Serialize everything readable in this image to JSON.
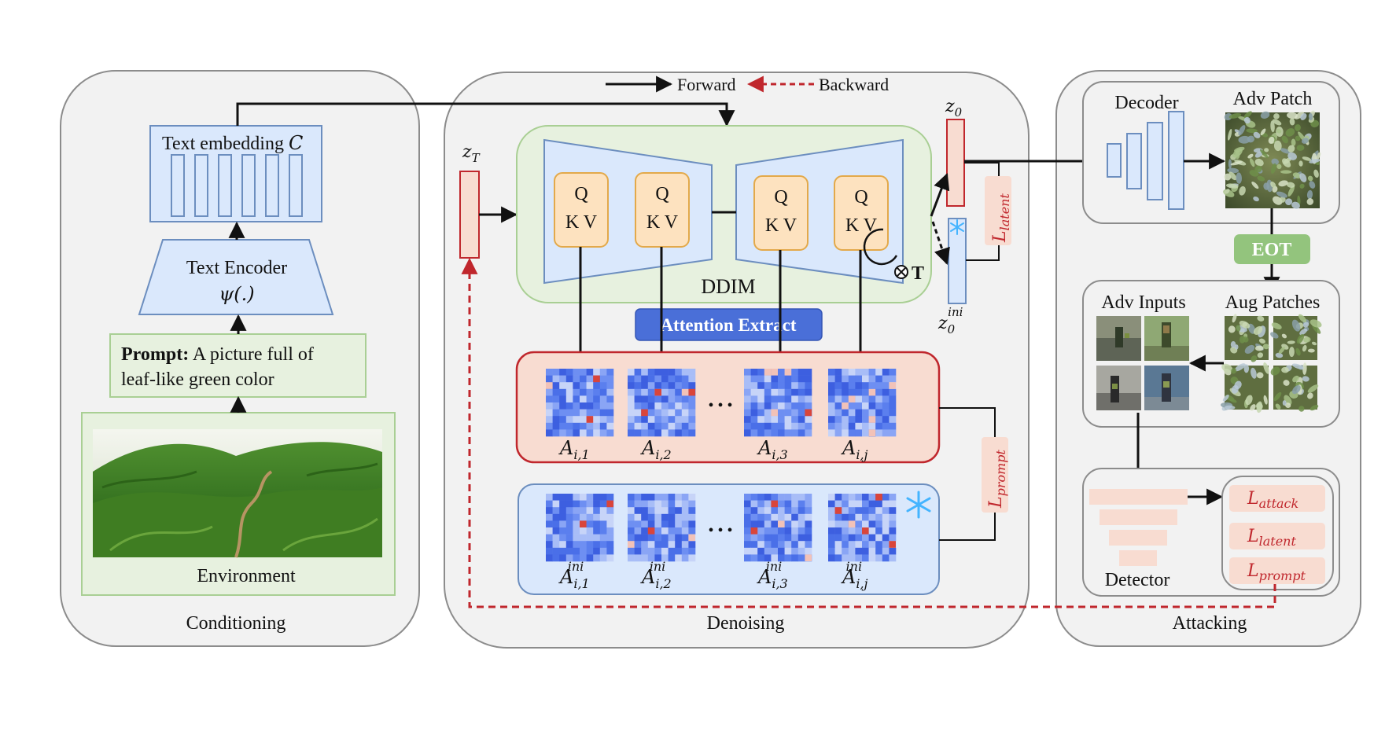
{
  "legend": {
    "forward": "Forward",
    "backward": "Backward"
  },
  "conditioning": {
    "section_label": "Conditioning",
    "text_embedding_label": "Text embedding",
    "text_embedding_symbol": "C",
    "text_encoder_label": "Text Encoder",
    "text_encoder_symbol": "ψ(.)",
    "prompt_bold": "Prompt:",
    "prompt_line1": "A picture full of",
    "prompt_line2": "leaf-like green color",
    "environment_label": "Environment"
  },
  "denoising": {
    "section_label": "Denoising",
    "zT": {
      "base": "z",
      "sub": "T"
    },
    "z0": {
      "base": "z",
      "sub": "0"
    },
    "z0_ini": {
      "base": "z",
      "sub": "0",
      "sup": "ini"
    },
    "qkv_q": "Q",
    "qkv_kv": "K V",
    "ddim_label": "DDIM",
    "loop_label": "T",
    "attention_extract_label": "Attention Extract",
    "loss_latent": {
      "base": "L",
      "sub": "latent"
    },
    "loss_prompt": {
      "base": "L",
      "sub": "prompt"
    },
    "ellipsis": "• • •",
    "attn_maps": [
      {
        "sub": "i,1"
      },
      {
        "sub": "i,2"
      },
      {
        "sub": "i,3"
      },
      {
        "sub": "i,j"
      }
    ],
    "attn_maps_ini": [
      {
        "sub": "i,1",
        "sup": "ini"
      },
      {
        "sub": "i,2",
        "sup": "ini"
      },
      {
        "sub": "i,3",
        "sup": "ini"
      },
      {
        "sub": "i,j",
        "sup": "ini"
      }
    ],
    "attn_symbol": "A"
  },
  "attacking": {
    "section_label": "Attacking",
    "decoder_label": "Decoder",
    "adv_patch_label": "Adv Patch",
    "eot_label": "EOT",
    "adv_inputs_label": "Adv Inputs",
    "aug_patches_label": "Aug Patches",
    "detector_label": "Detector",
    "losses": [
      {
        "base": "L",
        "sub": "attack"
      },
      {
        "base": "L",
        "sub": "latent"
      },
      {
        "base": "L",
        "sub": "prompt"
      }
    ]
  },
  "colors": {
    "panel_fill": "#f2f2f2",
    "panel_stroke": "#8c8c8c",
    "blue_fill": "#dae8fc",
    "blue_stroke": "#6c8ebf",
    "green_fill": "#e7f1df",
    "green_stroke": "#a9cf94",
    "orange_fill": "#fde2bf",
    "orange_stroke": "#e3a94a",
    "red_box_fill": "#f8dcd1",
    "red_box_stroke": "#c0272d",
    "attention_extract_fill": "#4a6fd8",
    "eot_fill": "#93c47d",
    "loss_text": "#c0272d",
    "backward_arrow": "#c0272d"
  }
}
